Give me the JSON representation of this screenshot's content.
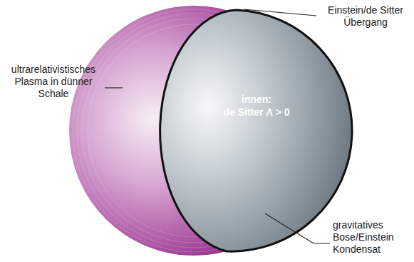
{
  "diagram": {
    "nodes": [
      {
        "text": [
          "innen:",
          "de Sitter Λ > 0"
        ]
      }
    ],
    "labels": [
      "Einstein/de Sitter Übergang",
      "ultrarelativistisches Plasma in dünner Schale",
      "gravitatives Bose/Einstein Kondensat"
    ]
  }
}
